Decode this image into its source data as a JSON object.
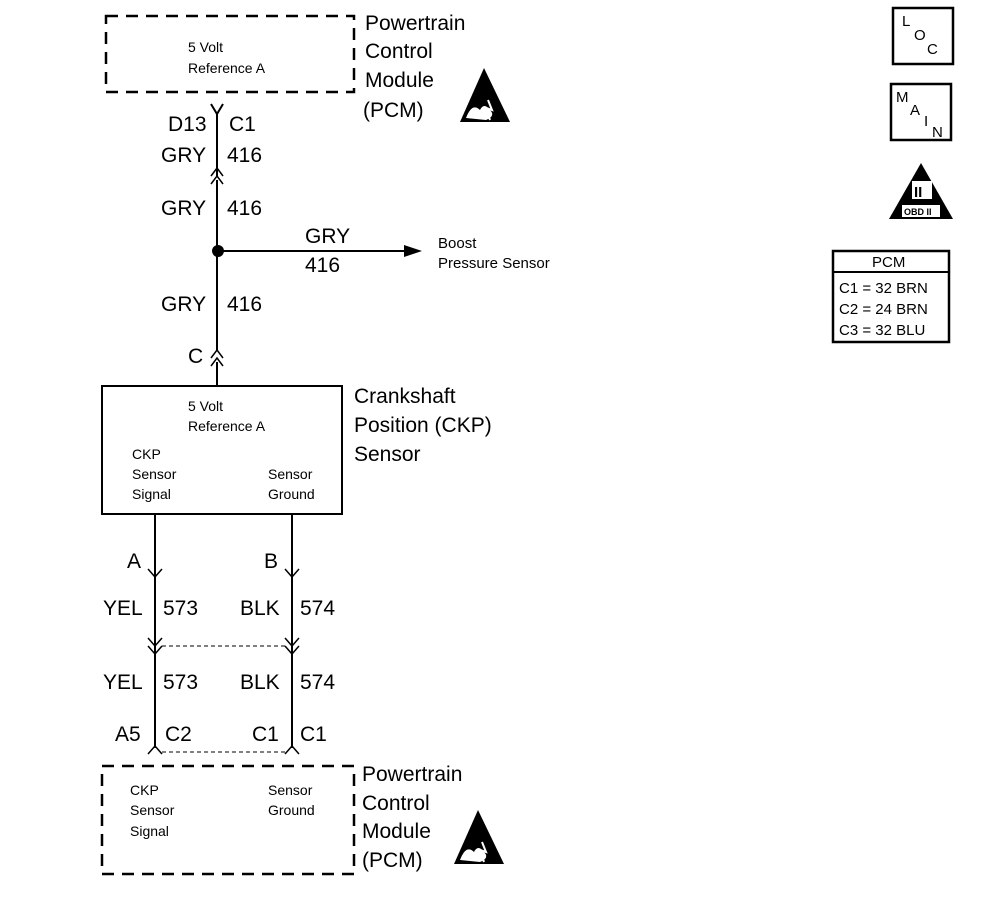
{
  "pcm_top": {
    "box_line1": "5 Volt",
    "box_line2": "Reference A",
    "title": [
      "Powertrain",
      "Control",
      "Module",
      "(PCM)"
    ]
  },
  "top_connector": {
    "pin": "D13",
    "conn": "C1"
  },
  "wires": {
    "w416_a": {
      "color": "GRY",
      "circuit": "416"
    },
    "w416_b": {
      "color": "GRY",
      "circuit": "416"
    },
    "w416_c": {
      "color": "GRY",
      "circuit": "416"
    },
    "splice_branch": {
      "color": "GRY",
      "circuit": "416",
      "dest_line1": "Boost",
      "dest_line2": "Pressure Sensor"
    },
    "yel_a": {
      "color": "YEL",
      "circuit": "573"
    },
    "blk_a": {
      "color": "BLK",
      "circuit": "574"
    },
    "yel_b": {
      "color": "YEL",
      "circuit": "573"
    },
    "blk_b": {
      "color": "BLK",
      "circuit": "574"
    }
  },
  "ckp_connector_c": "C",
  "ckp_sensor": {
    "ref_line1": "5 Volt",
    "ref_line2": "Reference A",
    "signal": [
      "CKP",
      "Sensor",
      "Signal"
    ],
    "ground": [
      "Sensor",
      "Ground"
    ],
    "title": [
      "Crankshaft",
      "Position (CKP)",
      "Sensor"
    ],
    "pin_a": "A",
    "pin_b": "B"
  },
  "bottom_connectors": {
    "a5": "A5",
    "c2": "C2",
    "c1_left": "C1",
    "c1_right": "C1"
  },
  "pcm_bottom": {
    "signal": [
      "CKP",
      "Sensor",
      "Signal"
    ],
    "ground": [
      "Sensor",
      "Ground"
    ],
    "title": [
      "Powertrain",
      "Control",
      "Module",
      "(PCM)"
    ]
  },
  "icons": {
    "loc": [
      "L",
      "O",
      "C"
    ],
    "main": [
      "M",
      "A",
      "I",
      "N"
    ],
    "obd": {
      "numeral": "II",
      "label": "OBD II"
    }
  },
  "pcm_table": {
    "header": "PCM",
    "rows": [
      "C1 = 32 BRN",
      "C2 = 24 BRN",
      "C3 = 32 BLU"
    ]
  }
}
